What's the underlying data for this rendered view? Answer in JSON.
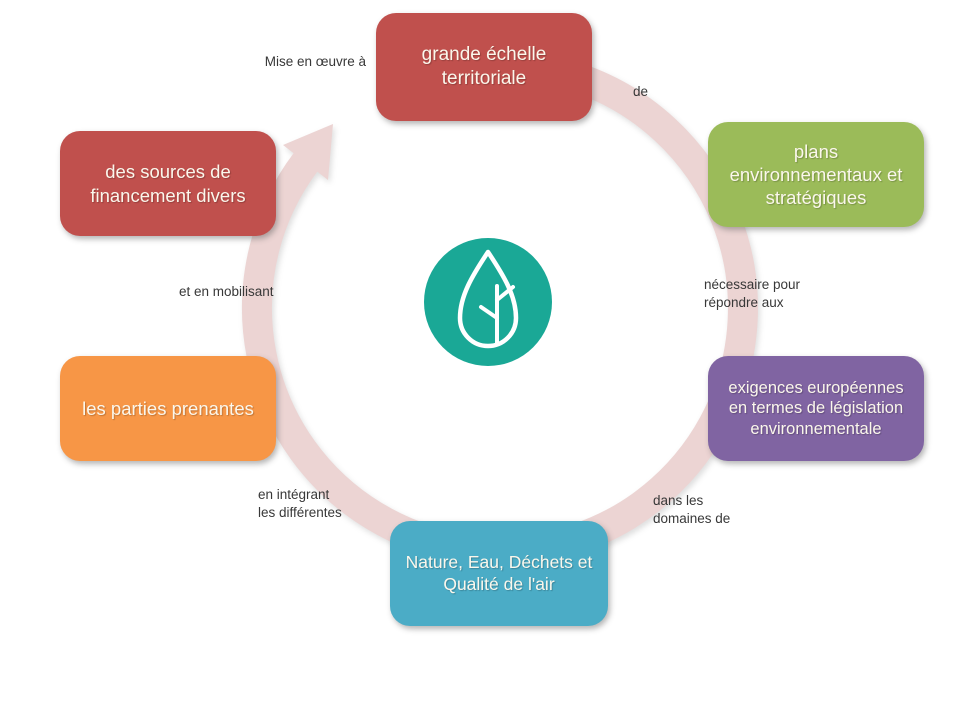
{
  "diagram": {
    "title": "cycle diagram",
    "background": "#FFFFFF",
    "arc_color": "#ECD4D3",
    "center_icon": {
      "name": "water-drop-leaf-icon",
      "circle_color": "#1AA896",
      "glyph_color": "#FFFFFF"
    },
    "nodes": [
      {
        "label": "grande échelle\nterritoriale",
        "color": "#C0504D"
      },
      {
        "label": "plans\nenvironnementaux et\nstratégiques",
        "color": "#9BBB59"
      },
      {
        "label": "exigences européennes\nen termes de législation\nenvironnementale",
        "color": "#8064A2"
      },
      {
        "label": "Nature, Eau, Déchets et\nQualité de l'air",
        "color": "#4BACC6"
      },
      {
        "label": "les parties prenantes",
        "color": "#F79646"
      },
      {
        "label": "des sources de\nfinancement divers",
        "color": "#C0504D"
      }
    ],
    "connectors": [
      {
        "label": "Mise en œuvre à"
      },
      {
        "label": "de"
      },
      {
        "label": "nécessaire pour\nrépondre aux"
      },
      {
        "label": "dans les\ndomaines de"
      },
      {
        "label": "en intégrant\nles différentes"
      },
      {
        "label": "et en mobilisant"
      }
    ]
  }
}
